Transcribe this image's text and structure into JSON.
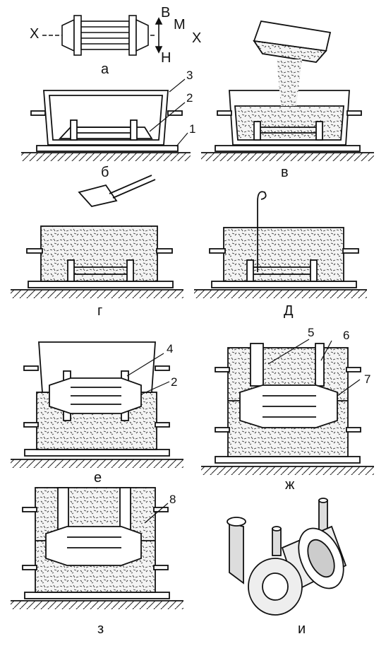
{
  "axis_labels": {
    "x_left": "X",
    "x_right": "X",
    "up": "В",
    "side": "М",
    "down": "Н"
  },
  "panel_labels": {
    "a": "а",
    "b": "б",
    "v": "в",
    "g": "г",
    "d": "Д",
    "e": "е",
    "zh": "ж",
    "z": "з",
    "i": "и"
  },
  "callouts": {
    "n1": "1",
    "n2": "2",
    "n3": "3",
    "n4": "4",
    "n2e": "2",
    "n5": "5",
    "n6": "6",
    "n7": "7",
    "n8": "8"
  }
}
